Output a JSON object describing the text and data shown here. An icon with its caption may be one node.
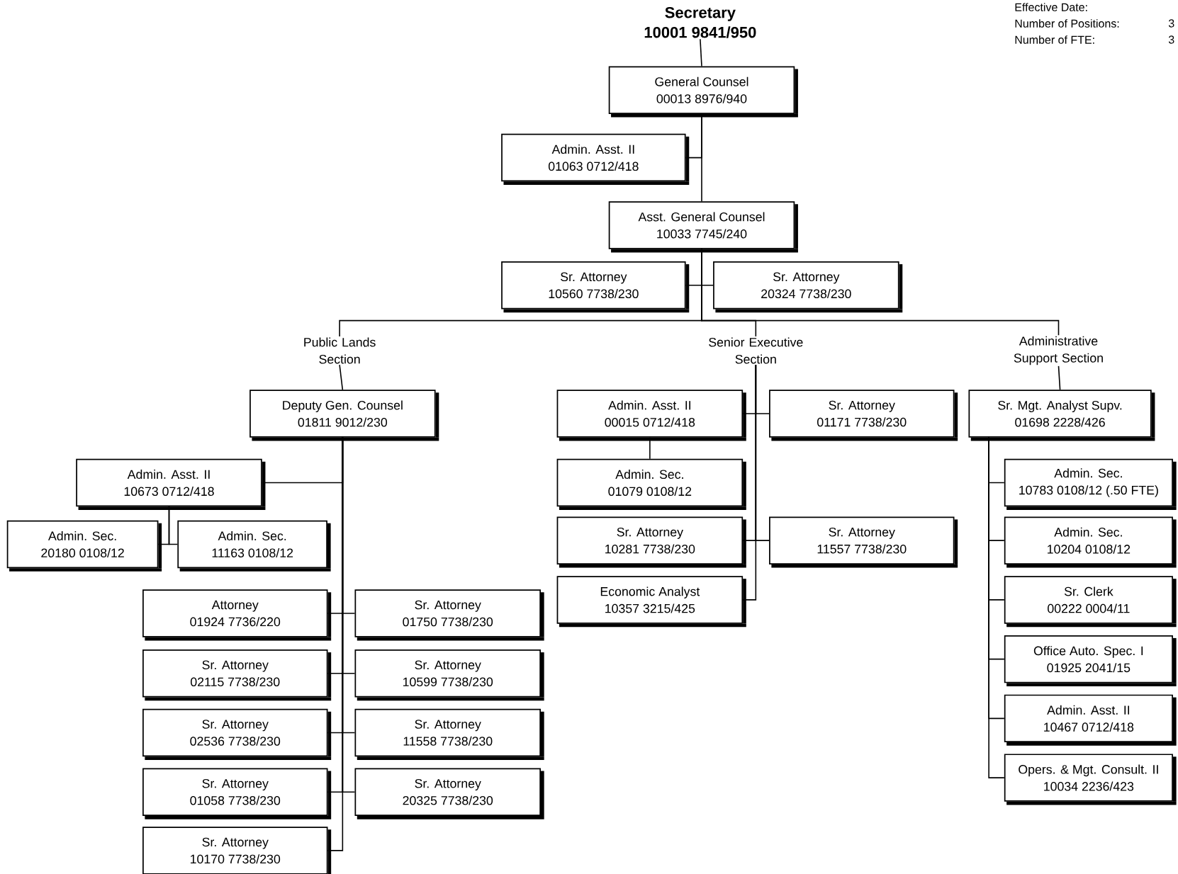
{
  "diagram": {
    "nodes": [
      {
        "text": [
          "Secretary",
          "10001 9841/950"
        ]
      },
      {
        "text": [
          "General Counsel",
          "00013 8976/940"
        ]
      },
      {
        "text": [
          "Admin. Asst. II",
          "01063 0712/418"
        ]
      },
      {
        "text": [
          "Asst. General Counsel",
          "10033 7745/240"
        ]
      },
      {
        "text": [
          "Sr. Attorney",
          "10560 7738/230"
        ]
      },
      {
        "text": [
          "Sr. Attorney",
          "20324 7738/230"
        ]
      },
      {
        "text": [
          "Public Lands Section"
        ]
      },
      {
        "text": [
          "Senior Executive Section"
        ]
      },
      {
        "text": [
          "Administrative Support Section"
        ]
      },
      {
        "text": [
          "Deputy Gen. Counsel",
          "01811 9012/230"
        ]
      },
      {
        "text": [
          "Admin. Asst. II",
          "10673 0712/418"
        ]
      },
      {
        "text": [
          "Admin. Sec.",
          "20180 0108/12"
        ]
      },
      {
        "text": [
          "Admin. Sec.",
          "11163 0108/12"
        ]
      },
      {
        "text": [
          "Attorney",
          "01924 7736/220"
        ]
      },
      {
        "text": [
          "Sr. Attorney",
          "01750 7738/230"
        ]
      },
      {
        "text": [
          "Sr. Attorney",
          "02115 7738/230"
        ]
      },
      {
        "text": [
          "Sr. Attorney",
          "10599 7738/230"
        ]
      },
      {
        "text": [
          "Sr. Attorney",
          "02536 7738/230"
        ]
      },
      {
        "text": [
          "Sr. Attorney",
          "11558 7738/230"
        ]
      },
      {
        "text": [
          "Sr. Attorney",
          "01058 7738/230"
        ]
      },
      {
        "text": [
          "Sr. Attorney",
          "20325 7738/230"
        ]
      },
      {
        "text": [
          "Sr. Attorney",
          "10170 7738/230"
        ]
      },
      {
        "text": [
          "Admin. Asst. II",
          "00015 0712/418"
        ]
      },
      {
        "text": [
          "Sr. Attorney",
          "01171 7738/230"
        ]
      },
      {
        "text": [
          "Admin. Sec.",
          "01079 0108/12"
        ]
      },
      {
        "text": [
          "Sr. Attorney",
          "10281 7738/230"
        ]
      },
      {
        "text": [
          "Sr. Attorney",
          "11557 7738/230"
        ]
      },
      {
        "text": [
          "Economic Analyst",
          "10357 3215/425"
        ]
      },
      {
        "text": [
          "Sr. Mgt. Analyst Supv.",
          "01698 2228/426"
        ]
      },
      {
        "text": [
          "Admin. Sec.",
          "10783 0108/12 (.50 FTE)"
        ]
      },
      {
        "text": [
          "Admin. Sec.",
          "10204 0108/12"
        ]
      },
      {
        "text": [
          "Sr. Clerk",
          "00222 0004/11"
        ]
      },
      {
        "text": [
          "Office Auto. Spec. I",
          "01925 2041/15"
        ]
      },
      {
        "text": [
          "Admin. Asst. II",
          "10467 0712/418"
        ]
      },
      {
        "text": [
          "Opers. & Mgt. Consult. II",
          "10034 2236/423"
        ]
      }
    ],
    "edges": [
      {
        "from": 0,
        "to": 1,
        "arrow": "none"
      },
      {
        "from": 1,
        "to": 2,
        "arrow": "none"
      },
      {
        "from": 1,
        "to": 3,
        "arrow": "none"
      },
      {
        "from": 3,
        "to": 4,
        "arrow": "none"
      },
      {
        "from": 3,
        "to": 5,
        "arrow": "none"
      },
      {
        "from": 3,
        "to": 6,
        "arrow": "none"
      },
      {
        "from": 3,
        "to": 7,
        "arrow": "none"
      },
      {
        "from": 3,
        "to": 8,
        "arrow": "none"
      },
      {
        "from": 6,
        "to": 9,
        "arrow": "none"
      },
      {
        "from": 9,
        "to": 10,
        "arrow": "none"
      },
      {
        "from": 10,
        "to": 11,
        "arrow": "none"
      },
      {
        "from": 10,
        "to": 12,
        "arrow": "none"
      },
      {
        "from": 9,
        "to": 13,
        "arrow": "none"
      },
      {
        "from": 9,
        "to": 14,
        "arrow": "none"
      },
      {
        "from": 9,
        "to": 15,
        "arrow": "none"
      },
      {
        "from": 9,
        "to": 16,
        "arrow": "none"
      },
      {
        "from": 9,
        "to": 17,
        "arrow": "none"
      },
      {
        "from": 9,
        "to": 18,
        "arrow": "none"
      },
      {
        "from": 9,
        "to": 19,
        "arrow": "none"
      },
      {
        "from": 9,
        "to": 20,
        "arrow": "none"
      },
      {
        "from": 9,
        "to": 21,
        "arrow": "none"
      },
      {
        "from": 7,
        "to": 22,
        "arrow": "none"
      },
      {
        "from": 7,
        "to": 23,
        "arrow": "none"
      },
      {
        "from": 22,
        "to": 24,
        "arrow": "none"
      },
      {
        "from": 7,
        "to": 25,
        "arrow": "none"
      },
      {
        "from": 7,
        "to": 26,
        "arrow": "none"
      },
      {
        "from": 7,
        "to": 27,
        "arrow": "none"
      },
      {
        "from": 8,
        "to": 28,
        "arrow": "none"
      },
      {
        "from": 28,
        "to": 29,
        "arrow": "none"
      },
      {
        "from": 28,
        "to": 30,
        "arrow": "none"
      },
      {
        "from": 28,
        "to": 31,
        "arrow": "none"
      },
      {
        "from": 28,
        "to": 32,
        "arrow": "none"
      },
      {
        "from": 28,
        "to": 33,
        "arrow": "none"
      },
      {
        "from": 28,
        "to": 34,
        "arrow": "none"
      }
    ],
    "labels": [
      "Effective Date:",
      "Number of Positions:",
      "3",
      "Number of FTE:",
      "3"
    ]
  }
}
